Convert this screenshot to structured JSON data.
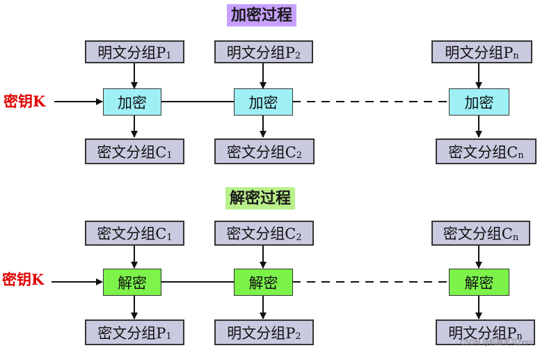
{
  "encryption": {
    "title": "加密过程",
    "key_label": "密钥K",
    "inputs": [
      {
        "text": "明文分组P",
        "sub": "1"
      },
      {
        "text": "明文分组P",
        "sub": "2"
      },
      {
        "text": "明文分组P",
        "sub": "n"
      }
    ],
    "operation": "加密",
    "outputs": [
      {
        "text": "密文分组C",
        "sub": "1"
      },
      {
        "text": "密文分组C",
        "sub": "2"
      },
      {
        "text": "密文分组C",
        "sub": "n"
      }
    ]
  },
  "decryption": {
    "title": "解密过程",
    "key_label": "密钥K",
    "inputs": [
      {
        "text": "密文分组C",
        "sub": "1"
      },
      {
        "text": "密文分组C",
        "sub": "2"
      },
      {
        "text": "密文分组C",
        "sub": "n"
      }
    ],
    "operation": "解密",
    "outputs": [
      {
        "text": "密文分组P",
        "sub": "1"
      },
      {
        "text": "明文分组P",
        "sub": "2"
      },
      {
        "text": "明文分组P",
        "sub": "n"
      }
    ]
  },
  "watermark": "CSDN @机器学习Zero",
  "colors": {
    "enc_title_bg": "#c7a0ff",
    "dec_title_bg": "#b9f08a",
    "block_bg": "#c9c9e0",
    "enc_op_bg": "#9ef0f5",
    "dec_op_bg": "#7cf24a",
    "key_text": "#e00000"
  }
}
